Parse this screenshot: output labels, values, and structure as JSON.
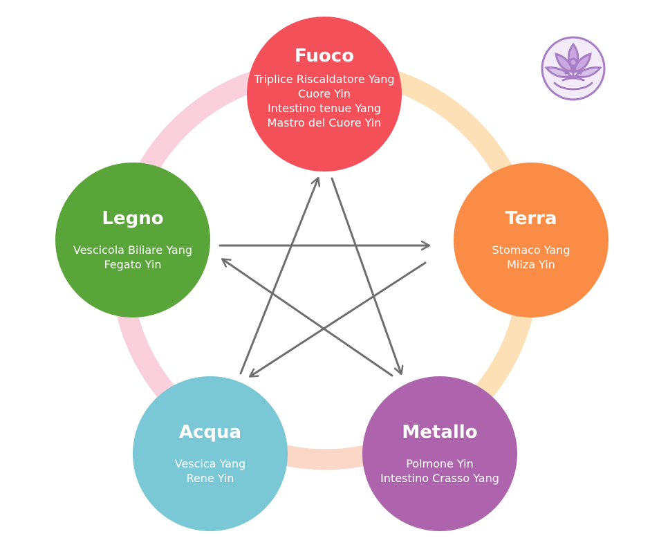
{
  "diagram": {
    "colors": {
      "fuoco": "#f4505a",
      "terra": "#fb8c45",
      "metallo": "#ad64ad",
      "acqua": "#7ac7d6",
      "legno": "#59a53a",
      "ring_top_right": "#fde0b5",
      "ring_left": "#f9cfdc",
      "ring_bottom": "#fbd7c7",
      "arrows": "#6e6e6e",
      "logo": "#a77ec6"
    },
    "elements": [
      {
        "key": "fuoco",
        "title": "Fuoco",
        "lines": [
          "Triplice Riscaldatore Yang",
          "Cuore Yin",
          "Intestino tenue Yang",
          "Mastro del Cuore Yin"
        ]
      },
      {
        "key": "terra",
        "title": "Terra",
        "lines": [
          "Stomaco Yang",
          "Milza Yin"
        ]
      },
      {
        "key": "metallo",
        "title": "Metallo",
        "lines": [
          "Polmone Yin",
          "Intestino Crasso Yang"
        ]
      },
      {
        "key": "acqua",
        "title": "Acqua",
        "lines": [
          "Vescica Yang",
          "Rene Yin"
        ]
      },
      {
        "key": "legno",
        "title": "Legno",
        "lines": [
          "Vescicola Biliare Yang",
          "Fegato Yin"
        ]
      }
    ],
    "control_cycle": [
      {
        "from": "fuoco",
        "to": "metallo"
      },
      {
        "from": "metallo",
        "to": "legno"
      },
      {
        "from": "legno",
        "to": "terra"
      },
      {
        "from": "terra",
        "to": "acqua"
      },
      {
        "from": "acqua",
        "to": "fuoco"
      }
    ],
    "logo_icon": "lotus-meditation-icon"
  }
}
